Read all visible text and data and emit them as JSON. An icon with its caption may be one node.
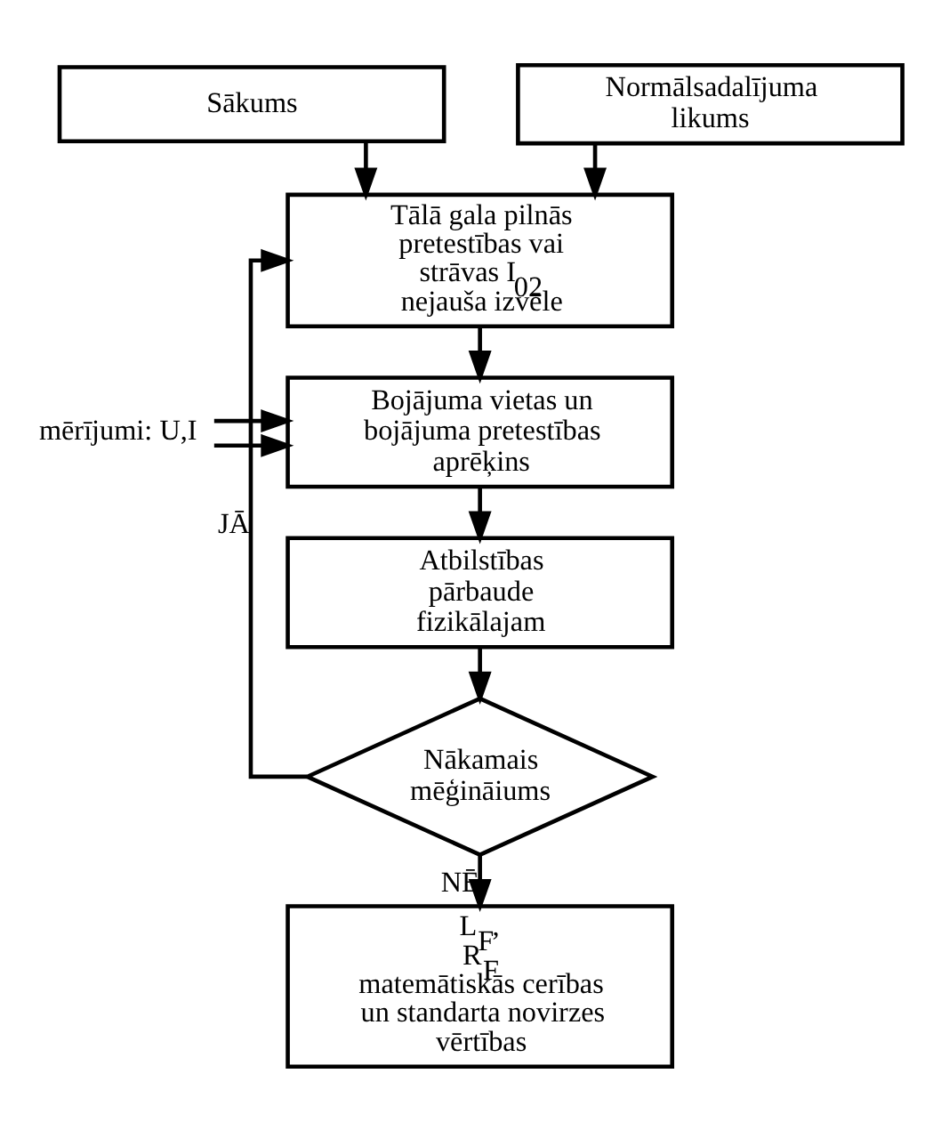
{
  "diagram": {
    "nodes": [
      {
        "text": [
          "Sākums"
        ]
      },
      {
        "text": [
          "Normālsadalījuma likums"
        ]
      },
      {
        "text": [
          "Tālā gala pilnās pretestības vai strāvas I$_{02}$ nejauša izvēle"
        ]
      },
      {
        "text": [
          "Bojājuma vietas un bojājuma pretestības aprēķins"
        ]
      },
      {
        "text": [
          "mērījumi: U,I"
        ]
      },
      {
        "text": [
          "Atbilstības pārbaude fizikālajam"
        ]
      },
      {
        "text": [
          "Nākamais mēģināiums"
        ]
      },
      {
        "text": [
          "L$_{F}$, R$_{F}$ matemātiskās cerības un standarta novirzes vērtības"
        ]
      }
    ],
    "edges": [
      {
        "from": 0,
        "to": 2,
        "arrow": "to"
      },
      {
        "from": 1,
        "to": 2,
        "arrow": "to"
      },
      {
        "from": 2,
        "to": 3,
        "arrow": "to"
      },
      {
        "from": 4,
        "to": 3,
        "arrow": "to"
      },
      {
        "from": 4,
        "to": 3,
        "arrow": "to"
      },
      {
        "from": 3,
        "to": 5,
        "arrow": "to"
      },
      {
        "from": 5,
        "to": 6,
        "arrow": "to"
      },
      {
        "from": 6,
        "to": 2,
        "arrow": "to",
        "label": "JĀ"
      },
      {
        "from": 6,
        "to": 7,
        "arrow": "to",
        "label": "NĒ"
      }
    ]
  }
}
